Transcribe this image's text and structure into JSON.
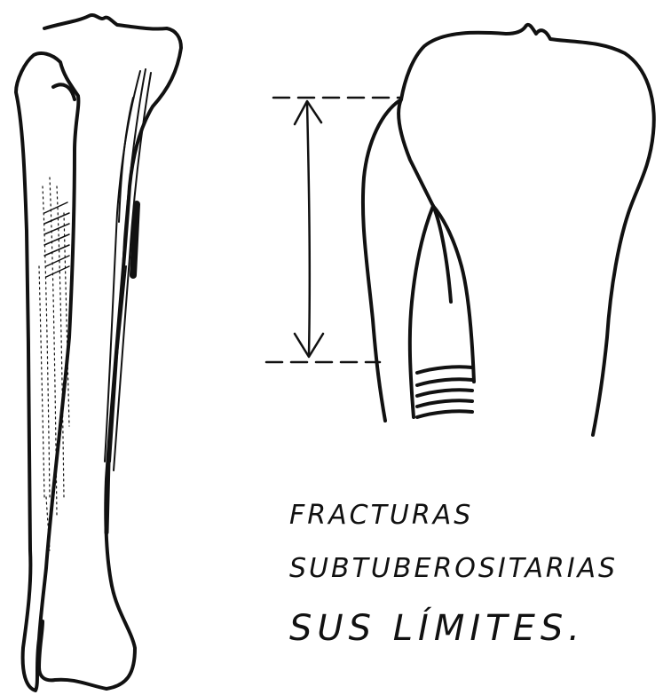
{
  "caption": {
    "line1": "FRACTURAS",
    "line2": "SUBTUBEROSITARIAS",
    "line3": "SUS LÍMITES."
  },
  "colors": {
    "ink": "#111111",
    "paper": "#ffffff"
  }
}
